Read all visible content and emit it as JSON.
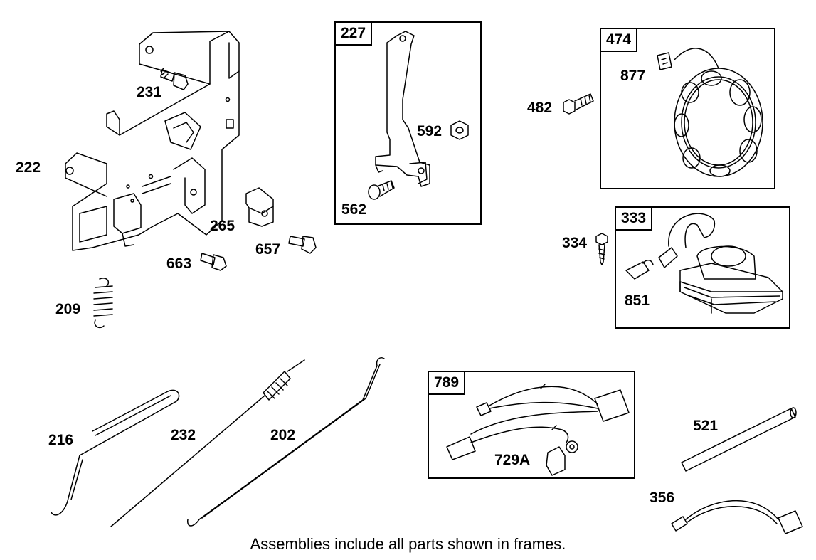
{
  "frames": {
    "f227": "227",
    "f474": "474",
    "f333": "333",
    "f789": "789"
  },
  "labels": {
    "p231": "231",
    "p222": "222",
    "p265": "265",
    "p657": "657",
    "p663": "663",
    "p209": "209",
    "p592": "592",
    "p562": "562",
    "p482": "482",
    "p877": "877",
    "p334": "334",
    "p851": "851",
    "p216": "216",
    "p232": "232",
    "p202": "202",
    "p729a": "729A",
    "p521": "521",
    "p356": "356"
  },
  "caption": "Assemblies include all parts shown in frames."
}
